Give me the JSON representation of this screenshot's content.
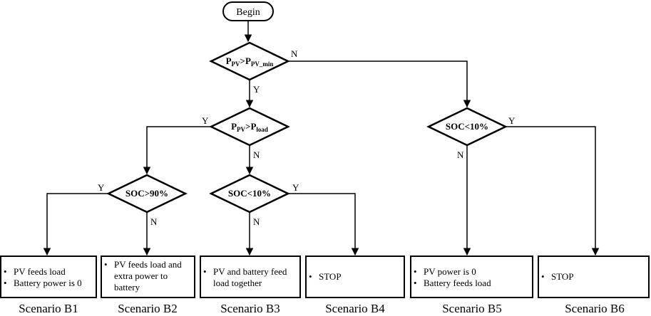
{
  "start": "Begin",
  "decisions": {
    "d1": {
      "base": "P",
      "sub": "PV",
      "op": ">",
      "base2": "P",
      "sub2": "PV_min"
    },
    "d2": {
      "base": "P",
      "sub": "PV",
      "op": ">",
      "base2": "P",
      "sub2": "load"
    },
    "d3": "SOC>90%",
    "d4": "SOC<10%",
    "d5": "SOC<10%"
  },
  "branch_labels": {
    "yes": "Y",
    "no": "N"
  },
  "boxes": {
    "b1": [
      "PV feeds load",
      "Battery power is 0"
    ],
    "b2": [
      "PV feeds load and extra power to battery"
    ],
    "b3": [
      "PV and battery feed load together"
    ],
    "b4": [
      "STOP"
    ],
    "b5": [
      "PV power is 0",
      "Battery feeds load"
    ],
    "b6": [
      "STOP"
    ]
  },
  "scenarios": [
    "Scenario B1",
    "Scenario B2",
    "Scenario B3",
    "Scenario B4",
    "Scenario B5",
    "Scenario B6"
  ]
}
